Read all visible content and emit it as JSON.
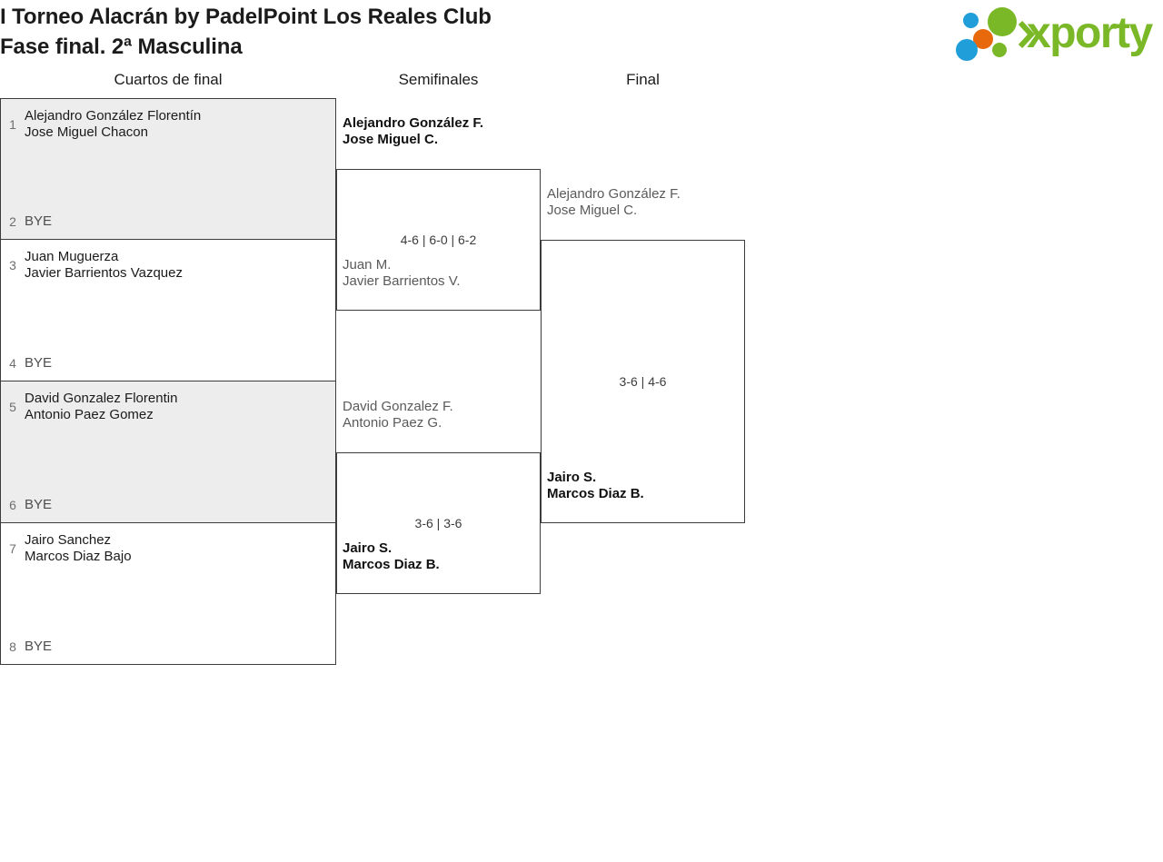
{
  "header": {
    "title_line1": "I Torneo Alacrán by PadelPoint Los Reales Club",
    "title_line2": "Fase final. 2ª Masculina",
    "logo": {
      "wordmark": "xporty",
      "green": "#7ab828",
      "blue": "#1f9ed9",
      "orange": "#e8690b"
    }
  },
  "rounds": [
    {
      "label": "Cuartos de final"
    },
    {
      "label": "Semifinales"
    },
    {
      "label": "Final"
    }
  ],
  "quarterfinals": [
    {
      "shaded": true,
      "top": {
        "seed": "1",
        "line1": "Alejandro González Florentín",
        "line2": "Jose Miguel Chacon"
      },
      "bottom": {
        "seed": "2",
        "bye": "BYE"
      }
    },
    {
      "shaded": false,
      "top": {
        "seed": "3",
        "line1": "Juan Muguerza",
        "line2": "Javier Barrientos Vazquez"
      },
      "bottom": {
        "seed": "4",
        "bye": "BYE"
      }
    },
    {
      "shaded": true,
      "top": {
        "seed": "5",
        "line1": "David Gonzalez Florentin",
        "line2": "Antonio Paez Gomez"
      },
      "bottom": {
        "seed": "6",
        "bye": "BYE"
      }
    },
    {
      "shaded": false,
      "top": {
        "seed": "7",
        "line1": "Jairo Sanchez",
        "line2": "Marcos Diaz Bajo"
      },
      "bottom": {
        "seed": "8",
        "bye": "BYE"
      }
    }
  ],
  "semifinals": [
    {
      "score": "4-6 | 6-0 | 6-2",
      "top": {
        "line1": "Alejandro González F.",
        "line2": "Jose Miguel C.",
        "result": "winner"
      },
      "bottom": {
        "line1": "Juan M.",
        "line2": "Javier Barrientos V.",
        "result": "loser"
      }
    },
    {
      "score": "3-6 | 3-6",
      "top": {
        "line1": "David Gonzalez F.",
        "line2": "Antonio Paez G.",
        "result": "loser"
      },
      "bottom": {
        "line1": "Jairo S.",
        "line2": "Marcos Diaz B.",
        "result": "winner"
      }
    }
  ],
  "final": {
    "score": "3-6 | 4-6",
    "top": {
      "line1": "Alejandro González F.",
      "line2": "Jose Miguel C.",
      "result": "loser"
    },
    "bottom": {
      "line1": "Jairo S.",
      "line2": "Marcos Diaz B.",
      "result": "winner"
    }
  }
}
